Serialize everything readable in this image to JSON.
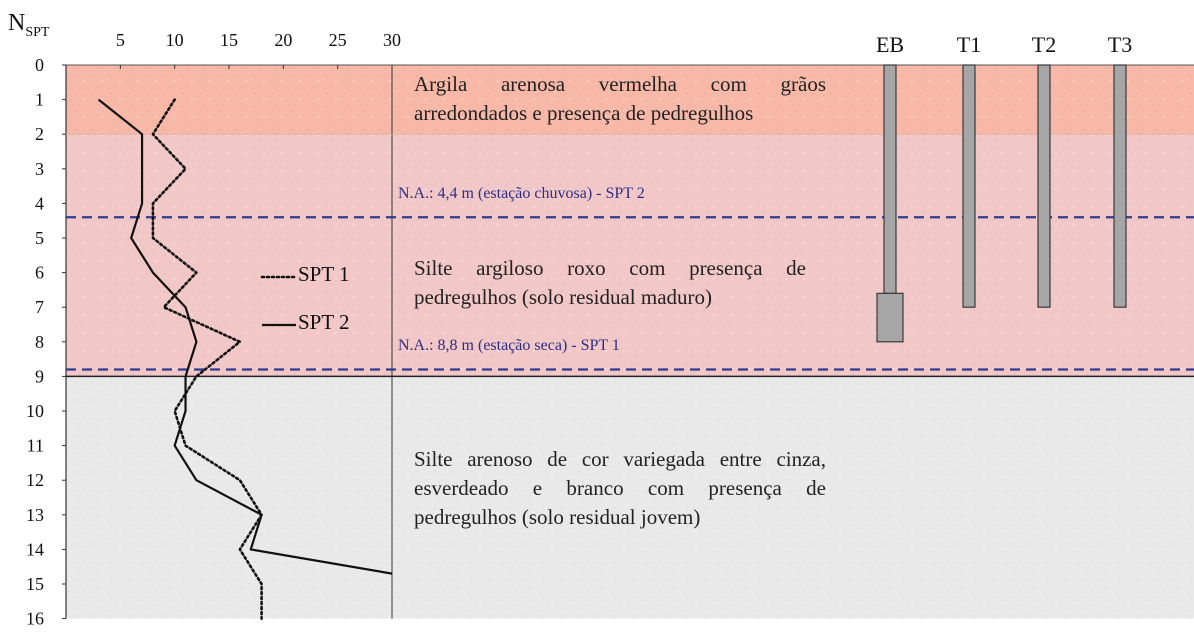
{
  "axis": {
    "label_main": "N",
    "label_sub": "SPT",
    "x_ticks": [
      "5",
      "10",
      "15",
      "20",
      "25",
      "30"
    ],
    "x_values": [
      5,
      10,
      15,
      20,
      25,
      30
    ],
    "x_range": [
      0,
      30
    ],
    "depth_ticks": [
      "0",
      "1",
      "2",
      "3",
      "4",
      "5",
      "6",
      "7",
      "8",
      "9",
      "10",
      "11",
      "12",
      "13",
      "14",
      "15",
      "16"
    ],
    "depth_range": [
      0,
      16
    ]
  },
  "layers": [
    {
      "from": 0,
      "to": 2,
      "color": "#f7b8a8",
      "text": "Argila arenosa vermelha com grãos arredondados e presença de pedregulhos"
    },
    {
      "from": 2,
      "to": 9,
      "color": "#f2c7c7",
      "text": "Silte argiloso roxo com presença de pedregulhos (solo residual maduro)"
    },
    {
      "from": 9,
      "to": 16,
      "color": "#e9e9e9",
      "text": "Silte arenoso de cor variegada entre cinza, esverdeado e branco com presença de pedregulhos (solo residual jovem)"
    }
  ],
  "water_levels": [
    {
      "depth": 4.4,
      "label": "N.A.: 4,4 m (estação chuvosa) - SPT 2"
    },
    {
      "depth": 8.8,
      "label": "N.A.: 8,8 m (estação seca) - SPT 1"
    }
  ],
  "piles": [
    {
      "name": "EB",
      "tip_depth": 8.0,
      "base_top": 6.6
    },
    {
      "name": "T1",
      "tip_depth": 7.0
    },
    {
      "name": "T2",
      "tip_depth": 7.0
    },
    {
      "name": "T3",
      "tip_depth": 7.0
    }
  ],
  "chart_data": {
    "type": "line",
    "xlabel": "N SPT",
    "xlim": [
      0,
      30
    ],
    "ylim": [
      0,
      16
    ],
    "series": [
      {
        "name": "SPT 1",
        "style": "dotted",
        "points": [
          [
            10,
            1
          ],
          [
            8,
            2
          ],
          [
            11,
            3
          ],
          [
            8,
            4
          ],
          [
            8,
            5
          ],
          [
            12,
            6
          ],
          [
            9,
            7
          ],
          [
            16,
            8
          ],
          [
            12,
            9
          ],
          [
            10,
            10
          ],
          [
            11,
            11
          ],
          [
            16,
            12
          ],
          [
            18,
            13
          ],
          [
            16,
            14
          ],
          [
            18,
            15
          ],
          [
            18,
            16
          ]
        ]
      },
      {
        "name": "SPT 2",
        "style": "solid",
        "points": [
          [
            3,
            1
          ],
          [
            7,
            2
          ],
          [
            7,
            3
          ],
          [
            7,
            4
          ],
          [
            6,
            5
          ],
          [
            8,
            6
          ],
          [
            11,
            7
          ],
          [
            12,
            8
          ],
          [
            11,
            9
          ],
          [
            11,
            10
          ],
          [
            10,
            11
          ],
          [
            12,
            12
          ],
          [
            18,
            13
          ],
          [
            17,
            14
          ],
          [
            30,
            14.7
          ]
        ]
      }
    ]
  },
  "colors": {
    "water_line": "#2e3b8f",
    "pile_fill": "#a6a6a6",
    "pile_stroke": "#3a3a3a"
  }
}
